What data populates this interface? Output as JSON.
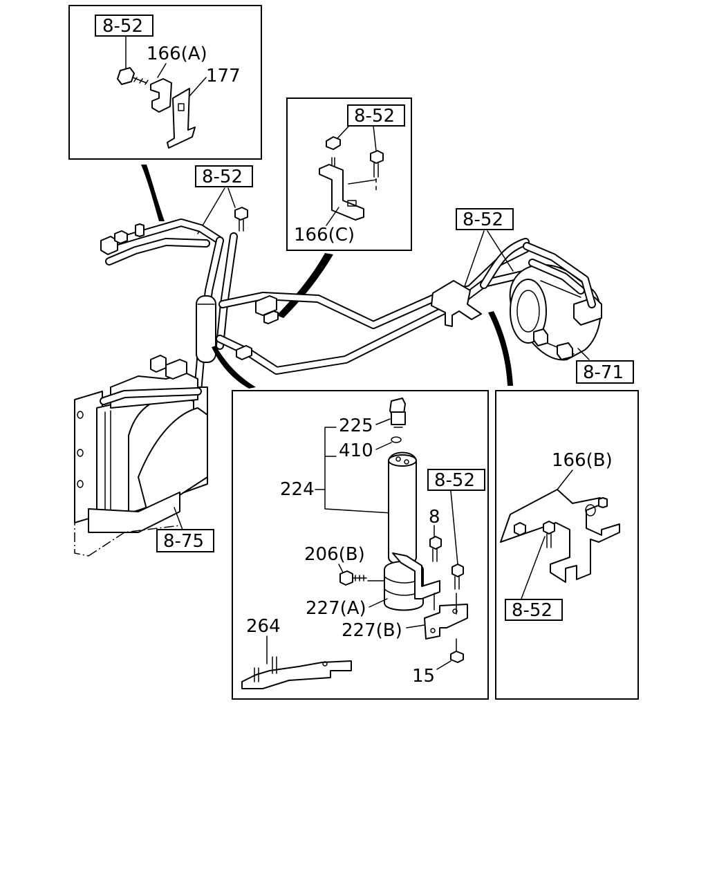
{
  "callouts": {
    "ref_top_left": "8-52",
    "ref_harness": "8-52",
    "ref_center_panel": "8-52",
    "ref_compressor_pipe": "8-52",
    "ref_compressor": "8-71",
    "ref_condenser": "8-75",
    "ref_dryer_panel": "8-52",
    "ref_bracket_panel": "8-52",
    "part_166a": "166(A)",
    "part_177": "177",
    "part_166c": "166(C)",
    "part_166b": "166(B)",
    "part_225": "225",
    "part_410": "410",
    "part_224": "224",
    "part_8": "8",
    "part_206b": "206(B)",
    "part_227a": "227(A)",
    "part_227b": "227(B)",
    "part_264": "264",
    "part_15": "15"
  }
}
